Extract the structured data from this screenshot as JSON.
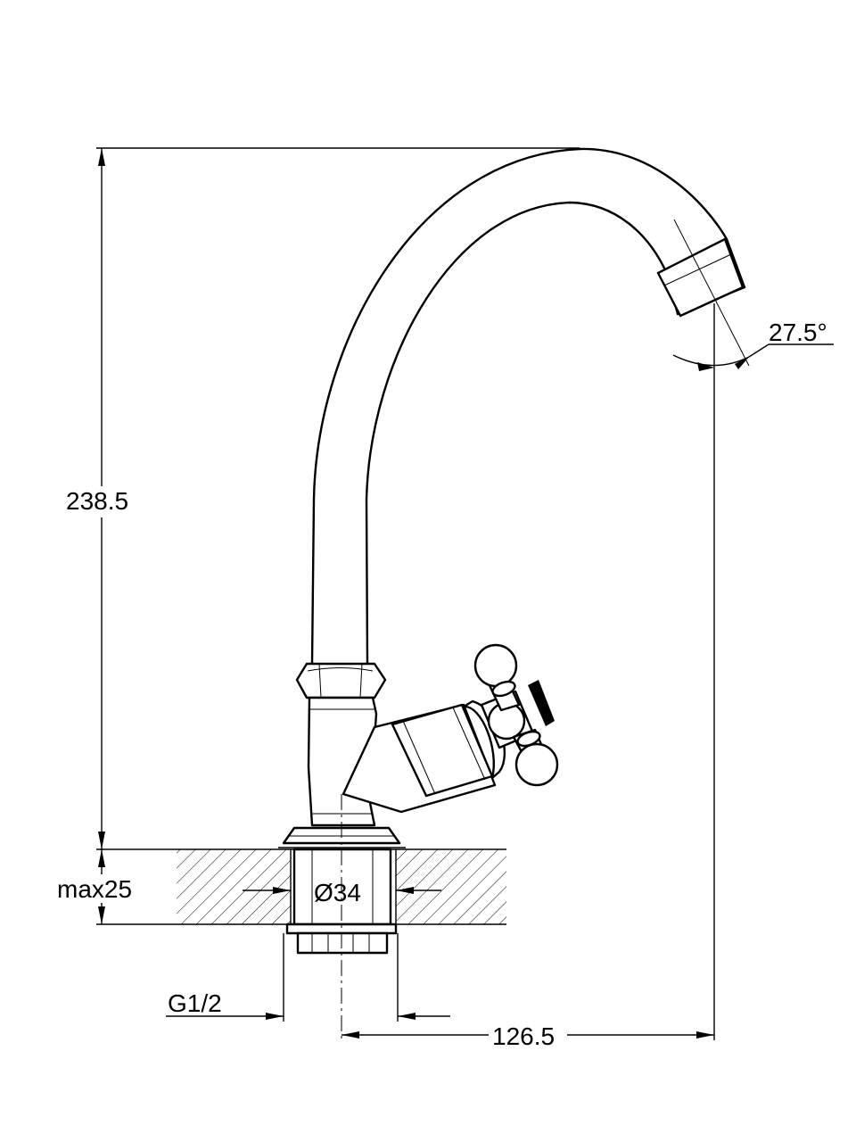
{
  "drawing": {
    "dimensions": {
      "height": "238.5",
      "reach": "126.5",
      "aerator_angle": "27.5°",
      "max_thickness": "max25",
      "hole_diameter": "Ø34",
      "thread": "G1/2"
    }
  }
}
